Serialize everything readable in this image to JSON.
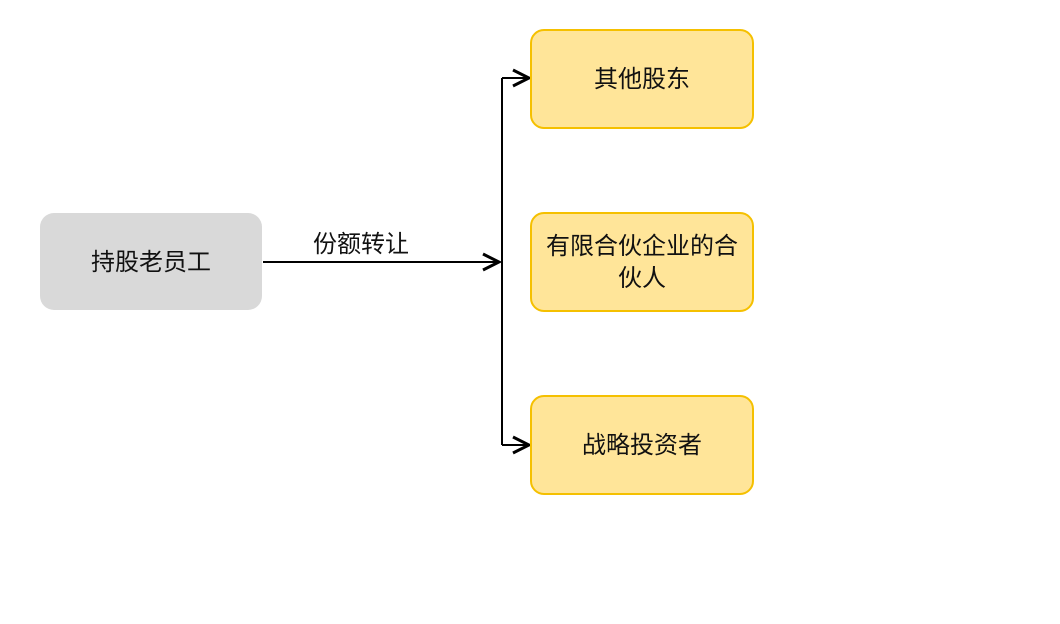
{
  "source": "持股老员工",
  "edge_label": "份额转让",
  "targets": [
    "其他股东",
    "有限合伙企业的合伙人",
    "战略投资者"
  ]
}
